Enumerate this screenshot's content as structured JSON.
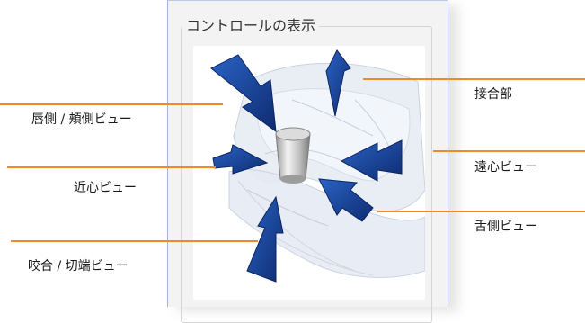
{
  "panel": {
    "group_title": "コントロールの表示"
  },
  "callouts": {
    "lingual_buccal": "唇側 / 頬側ビュー",
    "mesial": "近心ビュー",
    "occlusal_incisal": "咬合 / 切端ビュー",
    "contact": "接合部",
    "distal": "遠心ビュー",
    "tongue": "舌側ビュー"
  },
  "colors": {
    "accent_line": "#ee8a2a",
    "arrow_blue": "#1f4fa8",
    "arrow_dark": "#0f2f78"
  }
}
